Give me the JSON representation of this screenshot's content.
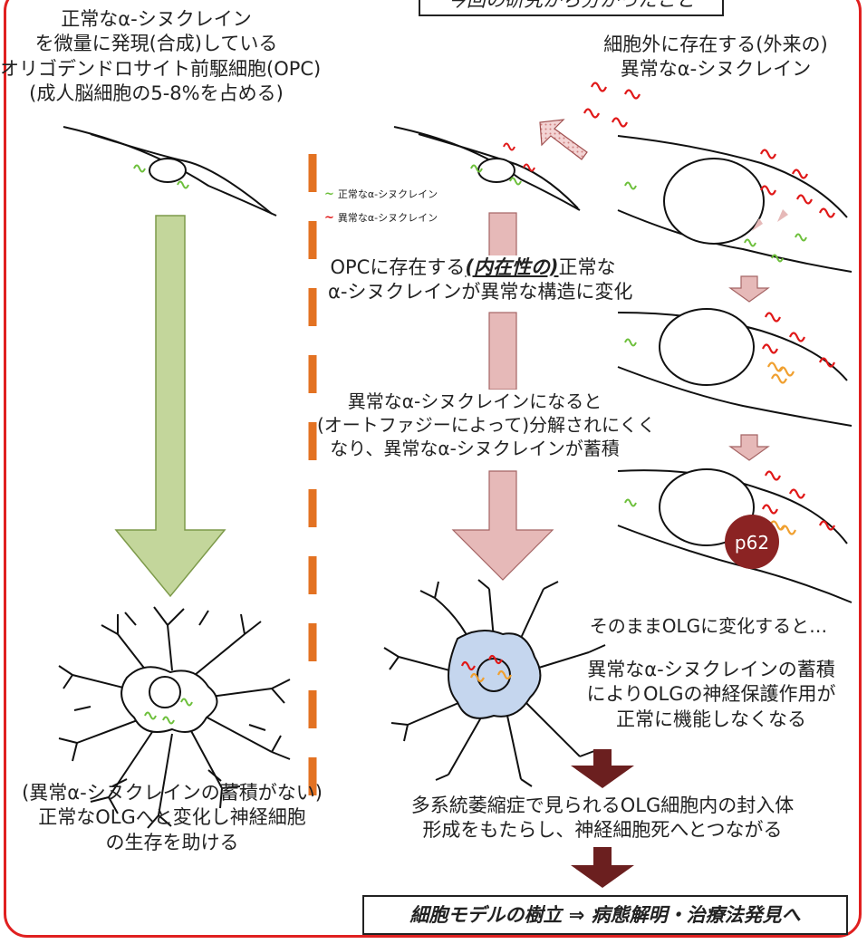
{
  "title": "今回の研究から分かったこと",
  "left": {
    "opc_caption": [
      "正常なα-シヌクレイン",
      "を微量に発現(合成)している",
      "オリゴデンドロサイト前駆細胞(OPC)",
      "(成人脳細胞の5-8%を占める)"
    ],
    "result_caption": [
      "(異常α-シヌクレインの蓄積がない)",
      "正常なOLGへと変化し神経細胞",
      "の生存を助ける"
    ]
  },
  "right": {
    "external_caption": [
      "細胞外に存在する(外来の)",
      "異常なα-シヌクレイン"
    ],
    "step1_caption_pre": "OPCに存在する",
    "step1_caption_em": "(内在性の)",
    "step1_caption_post": "正常な",
    "step1_caption_line2": "α-シヌクレインが異常な構造に変化",
    "step2_caption": [
      "異常なα-シヌクレインになると",
      "(オートファジーによって)分解されにくく",
      "なり、異常なα-シヌクレインが蓄積"
    ],
    "olg_caption": "そのままOLGに変化すると…",
    "dysfunction_caption": [
      "異常なα-シヌクレインの蓄積",
      "によりOLGの神経保護作用が",
      "正常に機能しなくなる"
    ],
    "msa_caption": [
      "多系統萎縮症で見られるOLG細胞内の封入体",
      "形成をもたらし、神経細胞死へとつながる"
    ],
    "p62_label": "p62"
  },
  "legend": {
    "normal_label": "正常なα-シヌクレイン",
    "abnormal_label": "異常なα-シヌクレイン",
    "normal_color": "#6cbf3a",
    "abnormal_color": "#e01818"
  },
  "conclusion": "細胞モデルの樹立 ⇒ 病態解明・治療法発見へ",
  "colors": {
    "frame": "#e02020",
    "green_arrow": "#c3d69b",
    "pink_arrow": "#e6b9b8",
    "dark_arrow": "#6b1f1f",
    "divider": "#e37222",
    "aggregate": "#f0a030",
    "p62": "#8b2323",
    "olg_fill": "#c5d6ee"
  }
}
